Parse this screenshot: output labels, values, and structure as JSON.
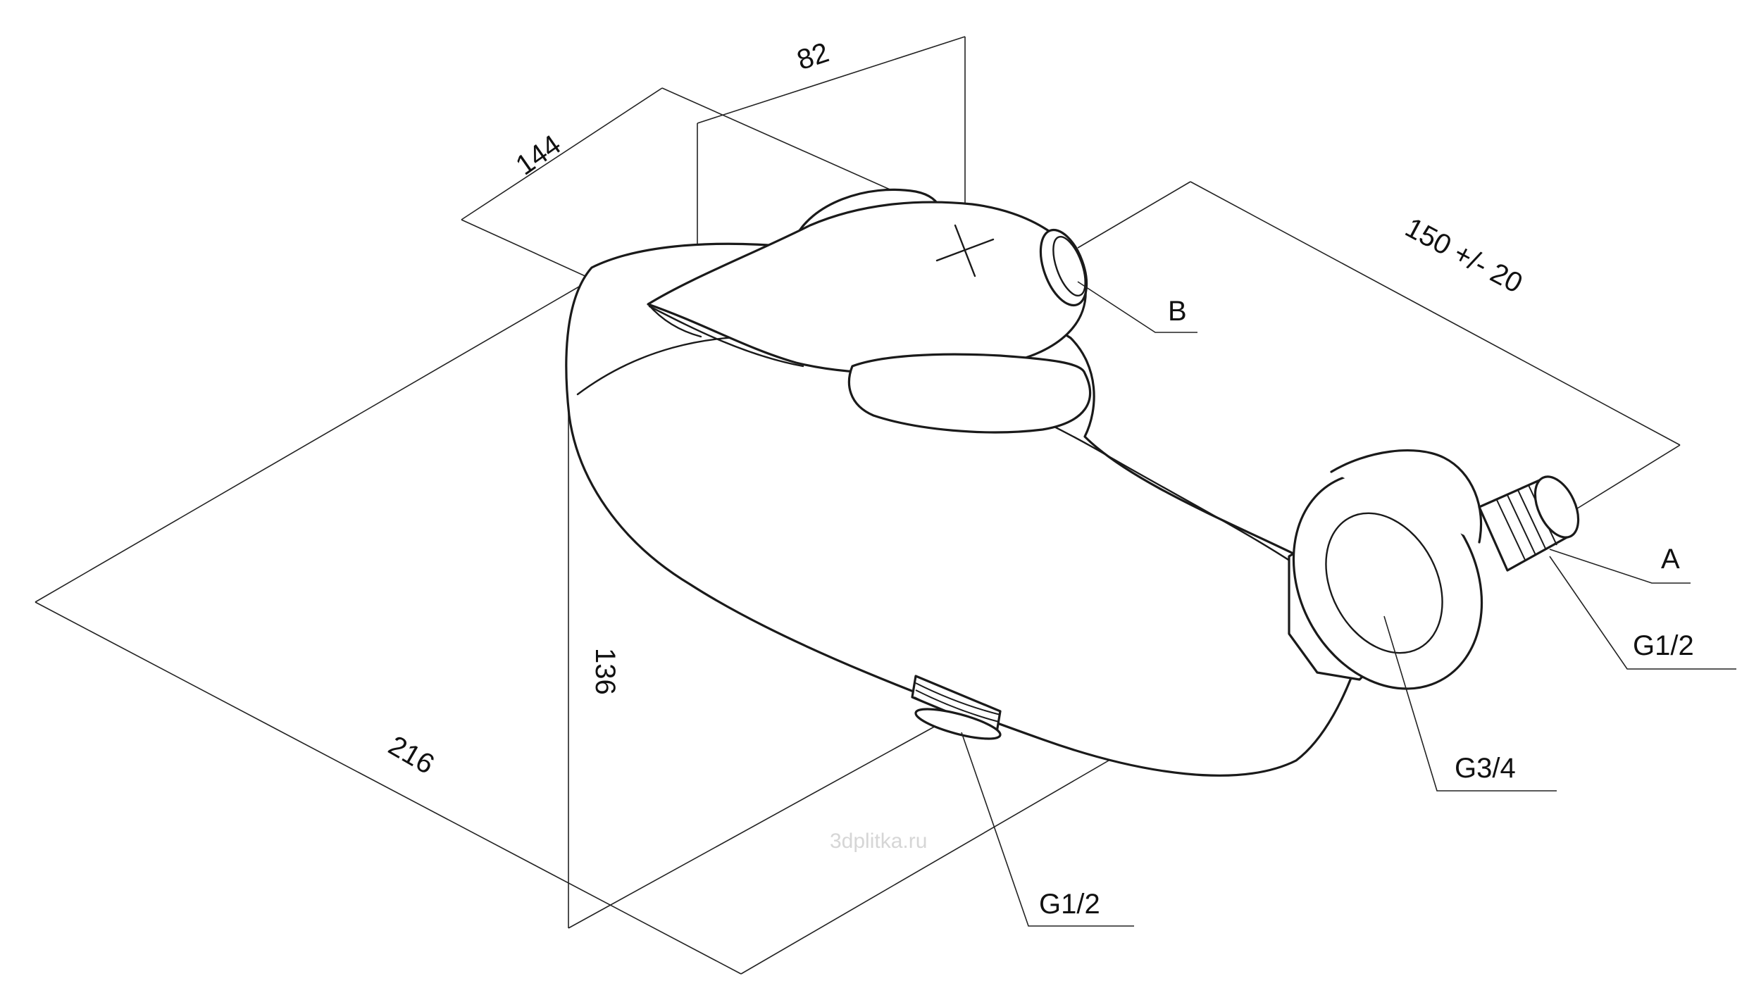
{
  "dimensions": {
    "width_82": "82",
    "depth_144": "144",
    "length_216": "216",
    "height_136": "136",
    "spacing": "150 +/- 20"
  },
  "callouts": {
    "a": "A",
    "b": "B",
    "thread_right": "G1/2",
    "thread_bottom": "G1/2",
    "thread_collar": "G3/4"
  },
  "watermark": "3dplitka.ru"
}
